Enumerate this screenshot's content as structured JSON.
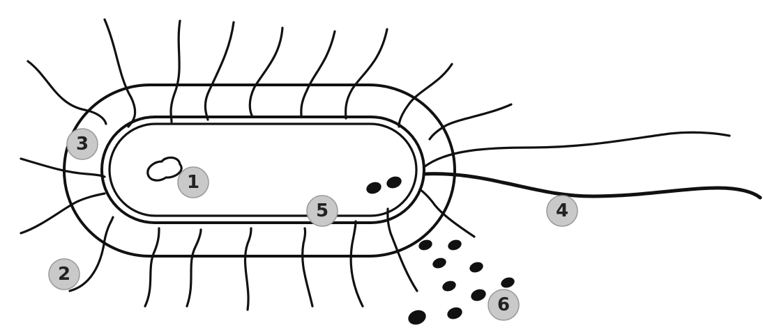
{
  "diagram": {
    "labels": {
      "l1": "1",
      "l2": "2",
      "l3": "3",
      "l4": "4",
      "l5": "5",
      "l6": "6"
    },
    "colors": {
      "ink": "#111111",
      "badge_fill": "#c9c9c9",
      "badge_stroke": "#9a9a9a",
      "background": "#ffffff"
    }
  }
}
